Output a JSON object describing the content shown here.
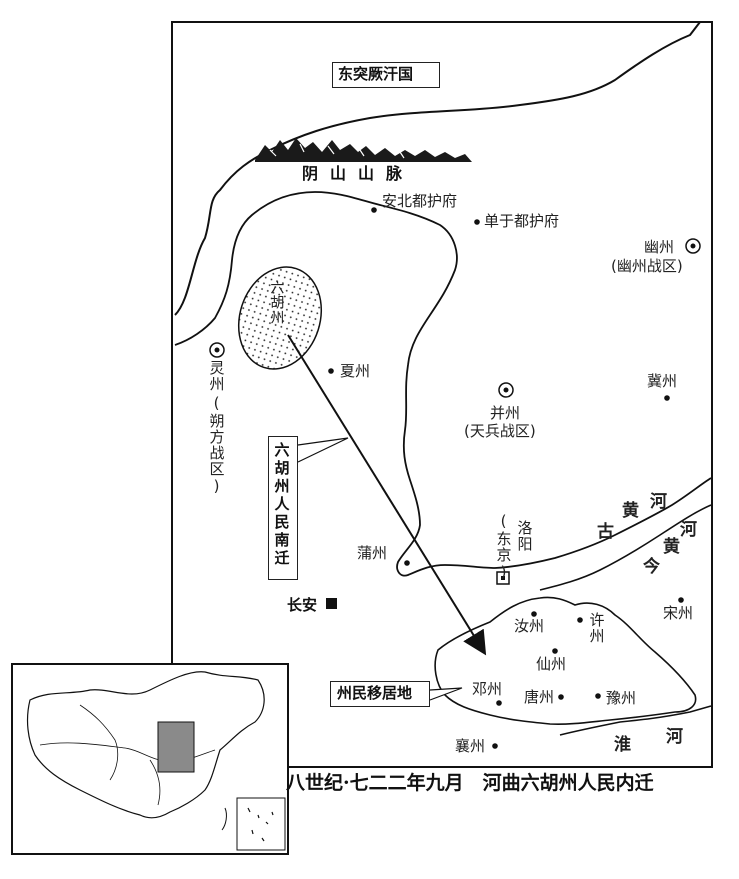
{
  "map": {
    "khaganate": "东突厥汗国",
    "mountains": "阴山山脉",
    "places": {
      "anbei": "安北都护府",
      "chanyu": "单于都护府",
      "youzhou": "幽州",
      "youzhou_zone": "(幽州战区)",
      "lingzhou": "灵州",
      "lingzhou_zone": "(朔方战区)",
      "liuhuzhou": "六胡州",
      "xiazhou": "夏州",
      "bingzhou": "并州",
      "bingzhou_zone": "(天兵战区)",
      "jizhou": "冀州",
      "puzhou": "蒲州",
      "luoyang": "洛阳",
      "dongjing": "(东京)",
      "changan": "长安",
      "songzhou": "宋州",
      "ruzhou": "汝州",
      "xuzhou": "许州",
      "xianzhou": "仙州",
      "dengzhou": "邓州",
      "tangzhou": "唐州",
      "yuzhou": "豫州",
      "xiangzhou": "襄州"
    },
    "rivers": {
      "old_yellow_1": "古",
      "old_yellow_2": "黄",
      "old_yellow_3": "河",
      "new_yellow_1": "河",
      "new_yellow_2": "黄",
      "new_yellow_3": "今",
      "huai_1": "淮",
      "huai_2": "河"
    },
    "migration_label": "六胡州人民南迁",
    "settlement_label": "州民移居地"
  },
  "caption": "八世纪·七二二年九月　河曲六胡州人民内迁",
  "colors": {
    "ink": "#111111",
    "background": "#ffffff",
    "inset_highlight": "#8a8a8a"
  }
}
